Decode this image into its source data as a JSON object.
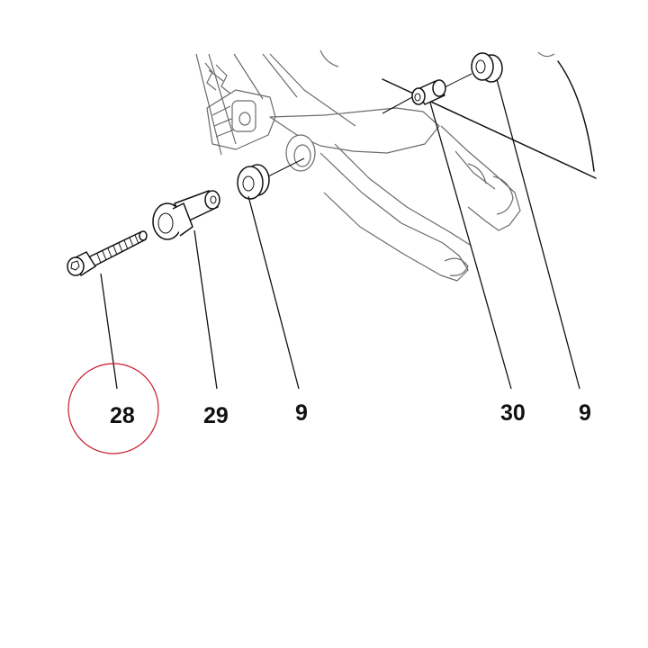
{
  "callouts": {
    "c28": "28",
    "c29": "29",
    "c9a": "9",
    "c30": "30",
    "c9b": "9"
  },
  "colors": {
    "highlight_circle": "#c8182c",
    "line": "#111111",
    "frame_line": "#6b6b6b"
  }
}
